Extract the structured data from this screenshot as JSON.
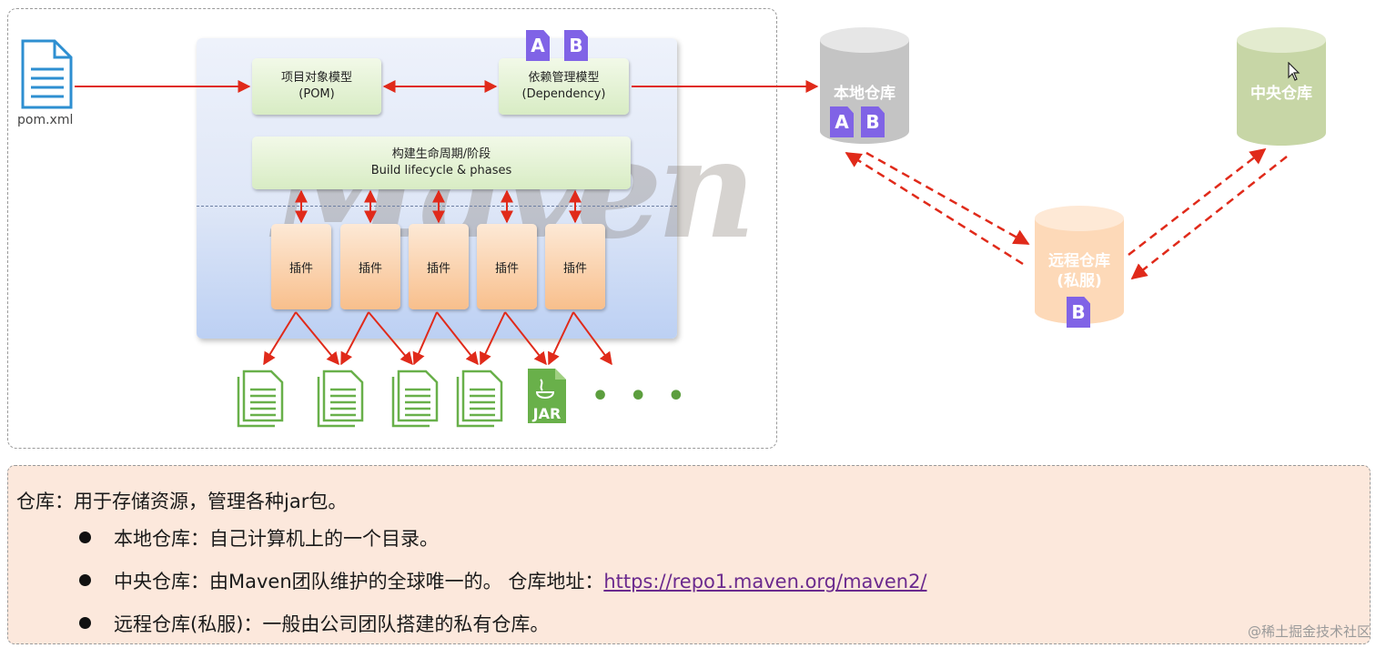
{
  "file": {
    "name": "pom.xml"
  },
  "pom_model": {
    "line1": "项目对象模型",
    "line2": "(POM)"
  },
  "dependency_model": {
    "line1": "依赖管理模型",
    "line2": "(Dependency)"
  },
  "lifecycle": {
    "line1": "构建生命周期/阶段",
    "line2": "Build lifecycle & phases"
  },
  "watermark_text": "Maven",
  "plugins": [
    {
      "label": "插件"
    },
    {
      "label": "插件"
    },
    {
      "label": "插件"
    },
    {
      "label": "插件"
    },
    {
      "label": "插件"
    }
  ],
  "outputs": {
    "jar_label": "JAR",
    "more": "• • •"
  },
  "badges": {
    "a": "A",
    "b": "B"
  },
  "repos": {
    "local": {
      "label": "本地仓库",
      "color": "#c4c4c4"
    },
    "central": {
      "label": "中央仓库",
      "color": "#c7d6a6"
    },
    "remote": {
      "line1": "远程仓库",
      "line2": "(私服)",
      "color": "#fdd9b8"
    }
  },
  "colors": {
    "arrow": "#e02a1a",
    "badge": "#8063e6",
    "icon_green": "#69b04a"
  },
  "info": {
    "heading": "仓库：用于存储资源，管理各种jar包。",
    "items": [
      {
        "text": "本地仓库：自己计算机上的一个目录。"
      },
      {
        "text": "中央仓库：由Maven团队维护的全球唯一的。 仓库地址：",
        "link": "https://repo1.maven.org/maven2/"
      },
      {
        "text": "远程仓库(私服)：一般由公司团队搭建的私有仓库。"
      }
    ]
  },
  "footer_watermark": "@稀土掘金技术社区"
}
